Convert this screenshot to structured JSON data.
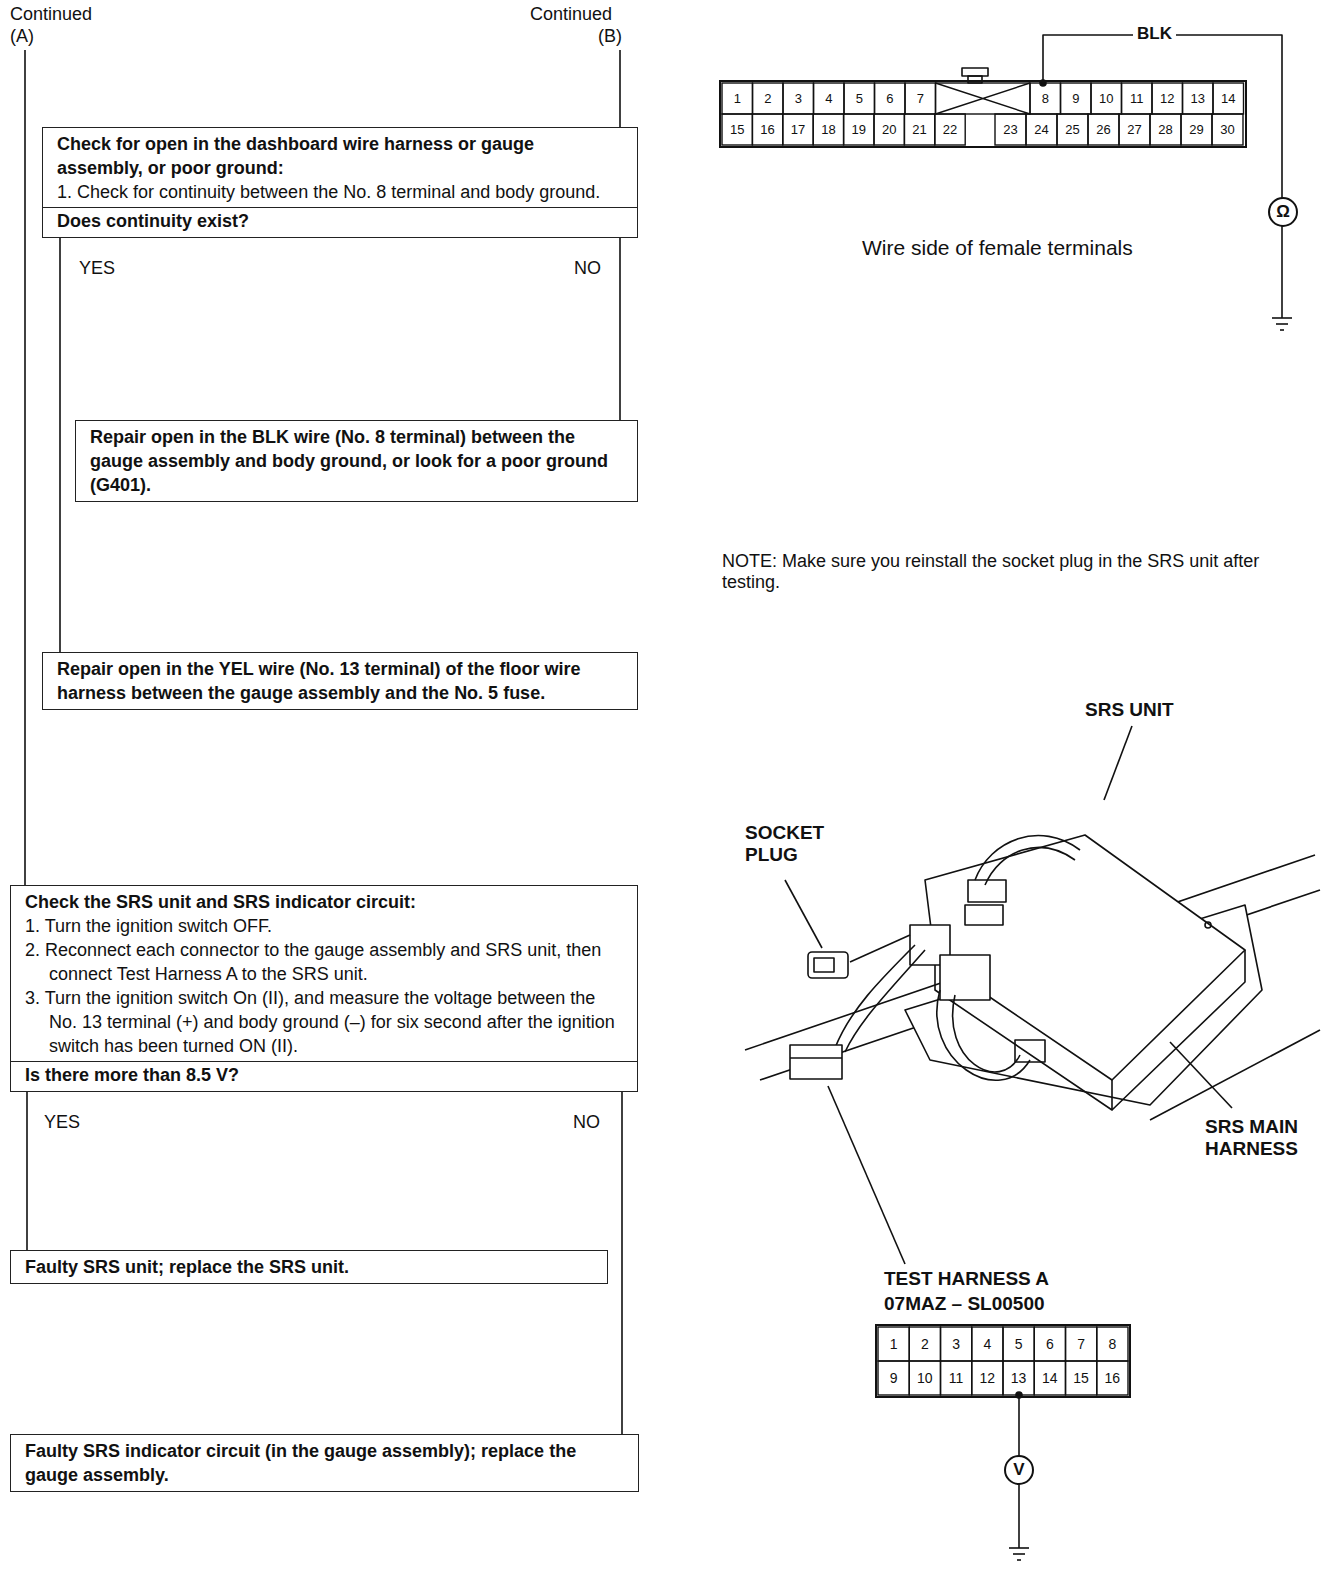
{
  "diagram": {
    "nodes": [
      {
        "text": [
          "Check for open in the dashboard wire harness or gauge assembly, or poor ground:",
          "1. Check for continuity between the No. 8 terminal and body ground.",
          "Does continuity exist?"
        ]
      },
      {
        "text": [
          "Repair open in the BLK wire (No. 8 terminal) between the gauge assembly and body ground, or look for a poor ground (G401)."
        ]
      },
      {
        "text": [
          "Repair open in the YEL wire (No. 13 terminal) of the floor wire harness between the gauge assembly and the No. 5 fuse."
        ]
      },
      {
        "text": [
          "Check the SRS unit and SRS indicator circuit:",
          "1. Turn the ignition switch OFF.",
          "2. Reconnect each connector to the gauge assembly and SRS unit, then connect Test Harness A to the SRS unit.",
          "3. Turn the ignition switch On (II), and measure the voltage between the No. 13 terminal (+) and body ground (–) for six second after the ignition switch has been turned ON (II).",
          "Is there more than 8.5 V?"
        ]
      },
      {
        "text": [
          "Faulty SRS unit; replace the SRS unit."
        ]
      },
      {
        "text": [
          "Faulty SRS indicator circuit (in the gauge assembly); replace the gauge assembly."
        ]
      }
    ],
    "edges": [
      {
        "from": 0,
        "to": 2,
        "arrow": "none",
        "label": "YES"
      },
      {
        "from": 0,
        "to": 1,
        "arrow": "none",
        "label": "NO"
      },
      {
        "from": 3,
        "to": 4,
        "arrow": "none",
        "label": "YES"
      },
      {
        "from": 3,
        "to": 5,
        "arrow": "none",
        "label": "NO"
      }
    ],
    "labels": [
      "Continued",
      "(A)",
      "Continued",
      "(B)",
      "BLK",
      "1",
      "2",
      "3",
      "4",
      "5",
      "6",
      "7",
      "8",
      "9",
      "10",
      "11",
      "12",
      "13",
      "14",
      "15",
      "16",
      "17",
      "18",
      "19",
      "20",
      "21",
      "22",
      "23",
      "24",
      "25",
      "26",
      "27",
      "28",
      "29",
      "30",
      "Ω",
      "Wire side of female terminals",
      "NOTE: Make sure you reinstall the socket plug in the SRS unit after testing.",
      "SRS UNIT",
      "SOCKET PLUG",
      "SRS MAIN HARNESS",
      "TEST HARNESS A",
      "07MAZ – SL00500",
      "1",
      "2",
      "3",
      "4",
      "5",
      "6",
      "7",
      "8",
      "9",
      "10",
      "11",
      "12",
      "13",
      "14",
      "15",
      "16",
      "V"
    ]
  }
}
